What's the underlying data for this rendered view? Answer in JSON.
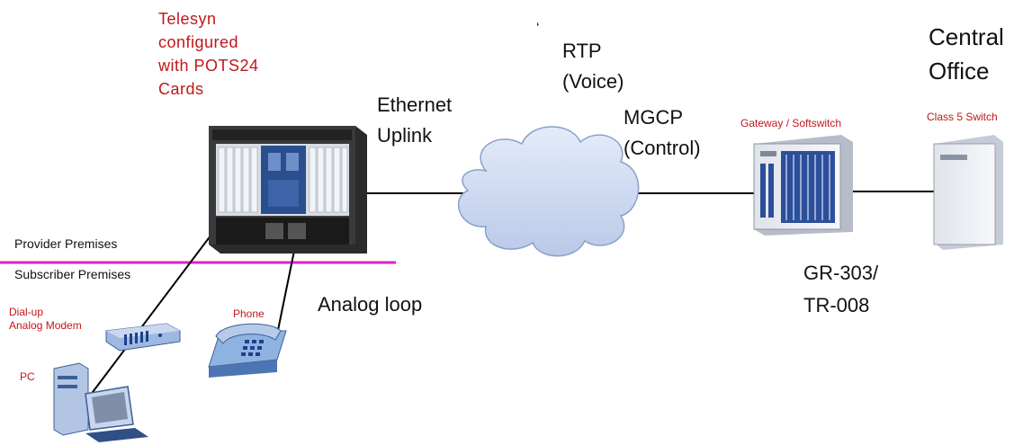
{
  "telesyn": {
    "lines": [
      "Telesyn",
      "configured",
      "with POTS24",
      "Cards"
    ]
  },
  "stray_mark": "‘",
  "rtp": {
    "line1": "RTP",
    "line2": "(Voice)"
  },
  "ethernet": {
    "line1": "Ethernet",
    "line2": "Uplink"
  },
  "mgcp": {
    "line1": "MGCP",
    "line2": "(Control)"
  },
  "central_office": {
    "line1": "Central",
    "line2": "Office"
  },
  "gateway_label": "Gateway / Softswitch",
  "class5_label": "Class 5 Switch",
  "provider_premises": "Provider Premises",
  "subscriber_premises": "Subscriber Premises",
  "gr303": {
    "line1": "GR-303/",
    "line2": "TR-008"
  },
  "analog_loop": "Analog loop",
  "phone_label": "Phone",
  "modem_label": {
    "line1": "Dial-up",
    "line2": "Analog Modem"
  },
  "pc_label": "PC",
  "colors": {
    "red_label": "#c0171c",
    "divider": "#e020c8",
    "cloud_fill": "#cdd9f0",
    "equipment_blue": "#1f3f8f",
    "line": "#000000"
  },
  "icons": [
    "telesyn-chassis-icon",
    "cloud-icon",
    "gateway-rack-icon",
    "class5-server-icon",
    "phone-icon",
    "modem-icon",
    "pc-icon"
  ]
}
